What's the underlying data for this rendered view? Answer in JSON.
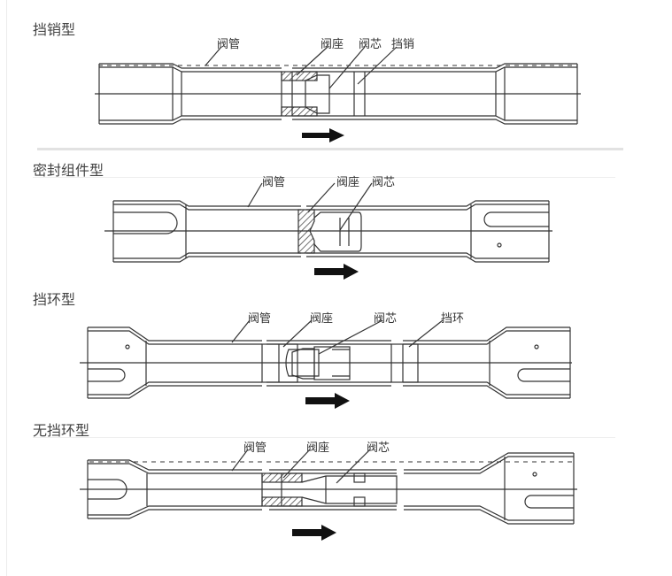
{
  "sections": [
    {
      "title": "挡销型",
      "labels": [
        "阀管",
        "阀座",
        "阀芯",
        "挡销"
      ]
    },
    {
      "title": "密封组件型",
      "labels": [
        "阀管",
        "阀座",
        "阀芯"
      ]
    },
    {
      "title": "挡环型",
      "labels": [
        "阀管",
        "阀座",
        "阀芯",
        "挡环"
      ]
    },
    {
      "title": "无挡环型",
      "labels": [
        "阀管",
        "阀座",
        "阀芯"
      ]
    }
  ],
  "flow_direction": "right"
}
